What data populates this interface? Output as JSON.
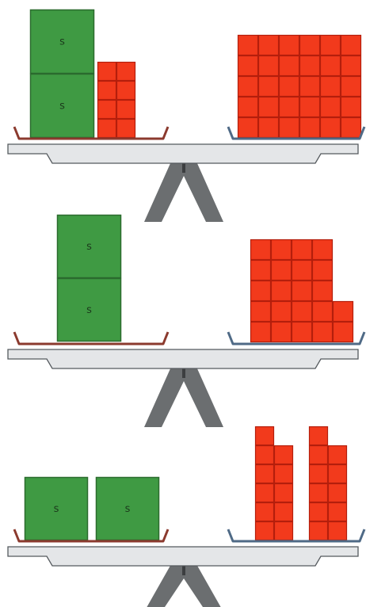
{
  "colors": {
    "variable_block_fill": "#3f9a43",
    "variable_block_stroke": "#2b6b2e",
    "unit_cube_fill": "#f23a1c",
    "unit_cube_stroke": "#b41e0c",
    "left_pan": "#8b3a2e",
    "right_pan": "#4f6a86",
    "beam_fill": "#e4e6e8",
    "beam_stroke": "#555a5e",
    "fulcrum": "#6b6e70"
  },
  "icons": [
    "balance-scale-icon"
  ],
  "variable_label": "s",
  "scales": [
    {
      "left": {
        "s_blocks": 2,
        "s_arrangement": "stacked",
        "unit_cubes": 8
      },
      "right": {
        "unit_cubes": 30
      }
    },
    {
      "left": {
        "s_blocks": 2,
        "s_arrangement": "stacked",
        "unit_cubes": 0
      },
      "right": {
        "unit_cubes": 22
      }
    },
    {
      "left": {
        "s_blocks": 2,
        "s_arrangement": "side-by-side",
        "unit_cubes": 0
      },
      "right": {
        "unit_cubes": 22
      }
    }
  ]
}
